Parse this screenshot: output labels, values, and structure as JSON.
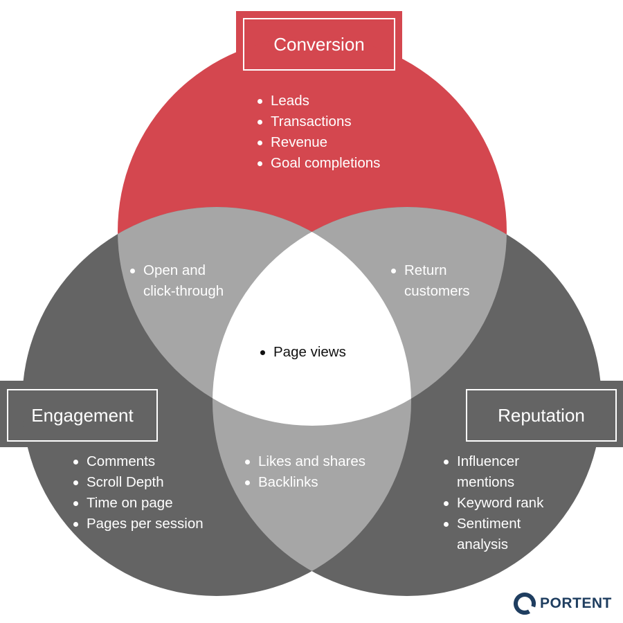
{
  "colors": {
    "conversion": "#d4474f",
    "dark": "#646464",
    "overlap": "#a6a6a6",
    "center": "#ffffff",
    "logo": "#1f3e60"
  },
  "circles": {
    "conversion": {
      "title": "Conversion",
      "items": [
        "Leads",
        "Transactions",
        "Revenue",
        "Goal completions"
      ]
    },
    "engagement": {
      "title": "Engagement",
      "items": [
        "Comments",
        "Scroll Depth",
        "Time on page",
        "Pages per session"
      ]
    },
    "reputation": {
      "title": "Reputation",
      "items": [
        "Influencer",
        "mentions",
        "Keyword rank",
        "Sentiment",
        "analysis"
      ]
    }
  },
  "overlaps": {
    "conversion_engagement": {
      "items": [
        "Open and",
        "click-through"
      ]
    },
    "conversion_reputation": {
      "items": [
        "Return",
        "customers"
      ]
    },
    "engagement_reputation": {
      "items": [
        "Likes and shares",
        "Backlinks"
      ]
    },
    "center": {
      "items": [
        "Page views"
      ]
    }
  },
  "logo": {
    "text": "PORTENT",
    "icon": "portent-ring-icon"
  }
}
